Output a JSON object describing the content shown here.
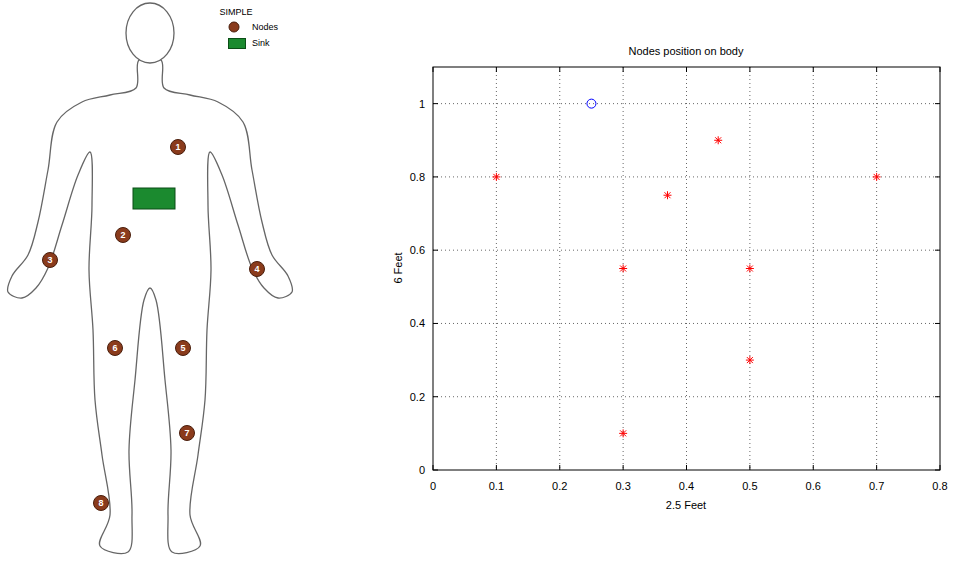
{
  "diagram": {
    "nodes": [
      {
        "text": [
          "1"
        ]
      },
      {
        "text": [
          "2"
        ]
      },
      {
        "text": [
          "3"
        ]
      },
      {
        "text": [
          "4"
        ]
      },
      {
        "text": [
          "5"
        ]
      },
      {
        "text": [
          "6"
        ]
      },
      {
        "text": [
          "7"
        ]
      },
      {
        "text": [
          "8"
        ]
      }
    ],
    "labels": [
      "SIMPLE",
      "Nodes position on body",
      "6 Feet",
      "2.5 Feet",
      "0",
      "0.1",
      "0.2",
      "0.3",
      "0.4",
      "0.5",
      "0.6",
      "0.7",
      "0.8",
      "0",
      "0.2",
      "0.4",
      "0.6",
      "0.8",
      "1"
    ],
    "legend": [
      {
        "text": "Nodes"
      },
      {
        "text": "Sink",
        "color": "#1b8a2f"
      }
    ]
  }
}
